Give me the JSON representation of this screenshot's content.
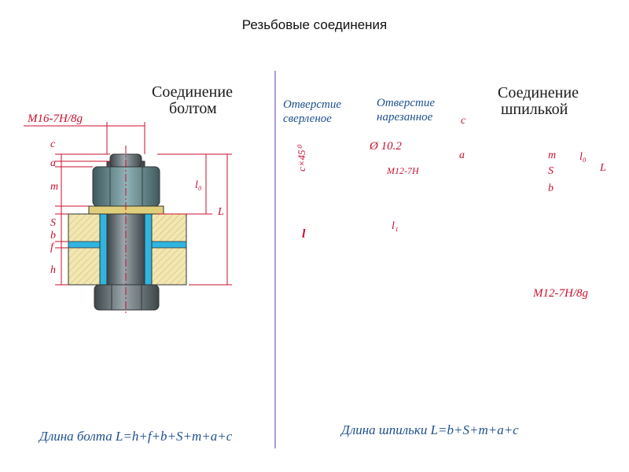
{
  "page": {
    "title": "Резьбовые соединения"
  },
  "bolt": {
    "caption_line1": "Соединение",
    "caption_line2": "болтом",
    "designation": "M16-7H/8g",
    "dims": {
      "c": "c",
      "a": "a",
      "m": "m",
      "S": "S",
      "b": "b",
      "f": "f",
      "h": "h",
      "l0": "l₀",
      "L": "L"
    },
    "formula": "Длина болта  L=h+f+b+S+m+a+c"
  },
  "holes": {
    "drilled_line1": "Отверстие",
    "drilled_line2": "сверленое",
    "tapped_line1": "Отверстие",
    "tapped_line2": "нарезанное",
    "diameter": "Ø 10.2",
    "chamfer": "c×45⁰",
    "thread": "M12-7H",
    "depth": "l",
    "thread_depth": "l₁"
  },
  "stud": {
    "caption_line1": "Соединение",
    "caption_line2": "шпилькой",
    "designation": "M12-7H/8g",
    "dims": {
      "c": "c",
      "a": "a",
      "m": "m",
      "S": "S",
      "b": "b",
      "l0": "l₀",
      "L": "L"
    },
    "formula": "Длина шпильки  L=b+S+m+a+c"
  },
  "colors": {
    "blue": "#2fb5e0",
    "part": "#f2e7b0",
    "plate": "#8ecccd",
    "steel": "#5f6b70",
    "dim": "#c8102e"
  }
}
